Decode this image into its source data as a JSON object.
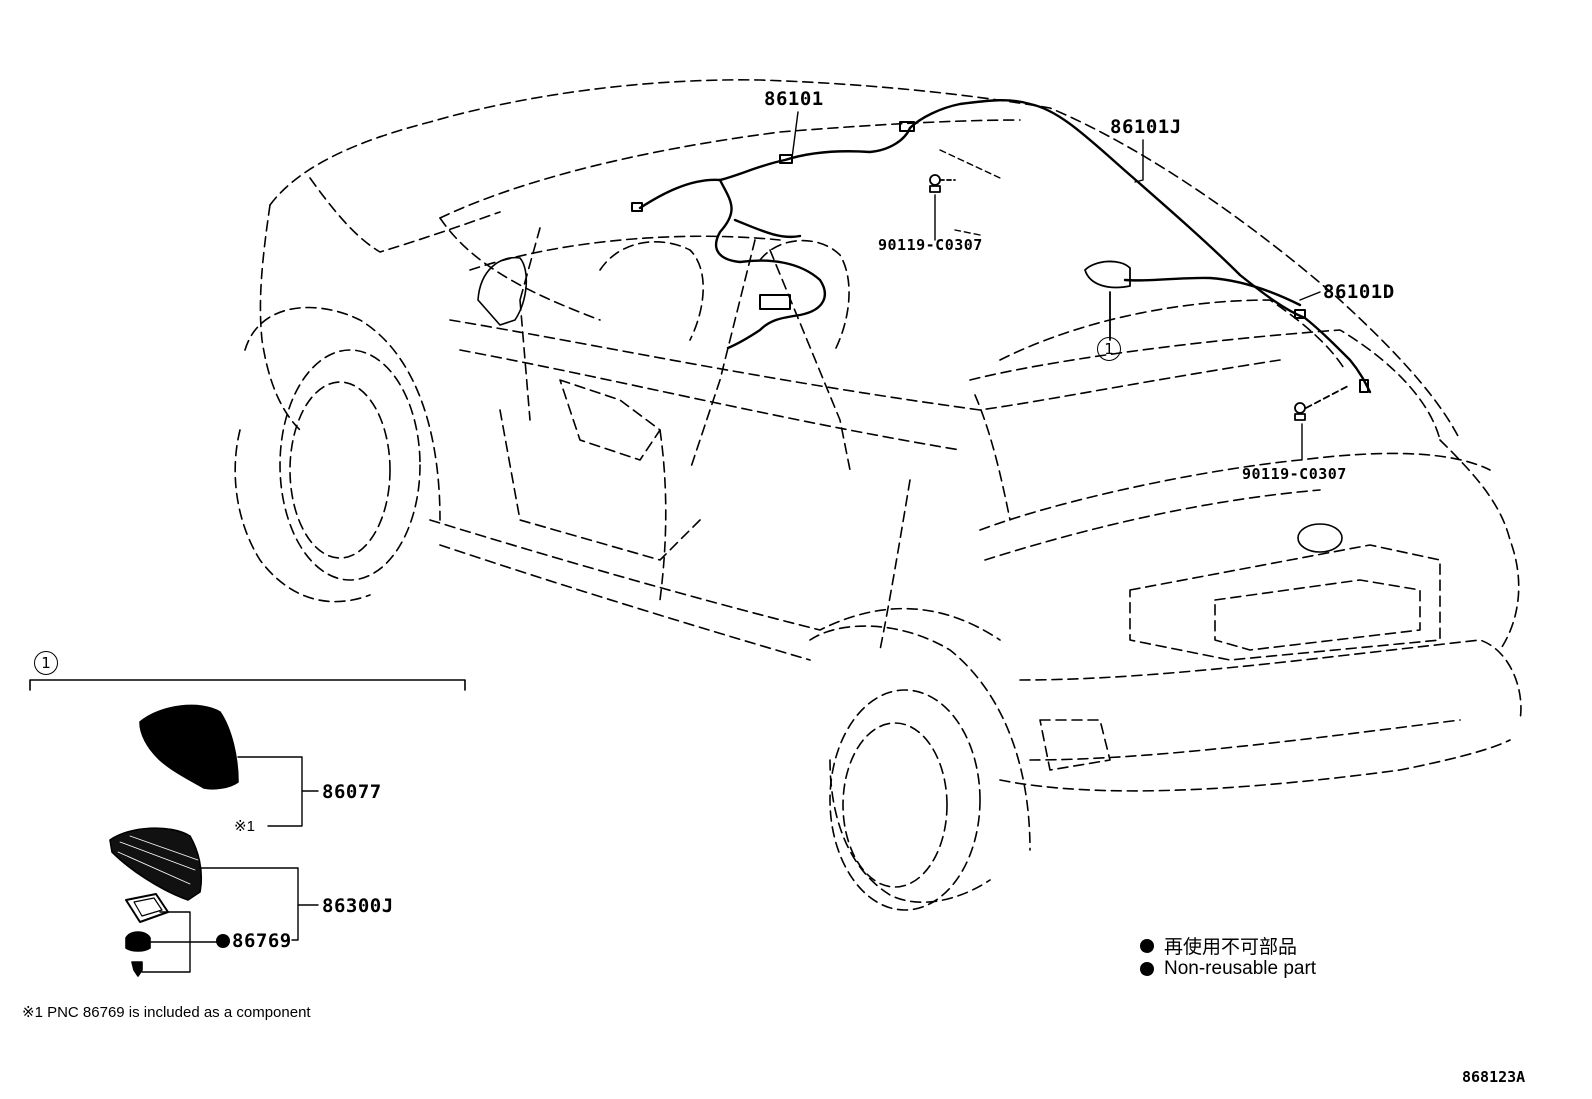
{
  "parts": {
    "p86101": "86101",
    "p86101J": "86101J",
    "p86101D": "86101D",
    "p90119_upper": "90119-C0307",
    "p90119_lower": "90119-C0307",
    "p86077": "86077",
    "p86300J": "86300J",
    "p86769": "86769"
  },
  "callouts": {
    "detail_marker": "1",
    "car_marker": "1",
    "footnote_marker": "※1"
  },
  "legend": {
    "jp": "再使用不可部品",
    "en": "Non-reusable part"
  },
  "footnote": "※1 PNC 86769 is included as a component",
  "diagram_id": "868123A",
  "colors": {
    "line": "#000000",
    "background": "#ffffff"
  }
}
